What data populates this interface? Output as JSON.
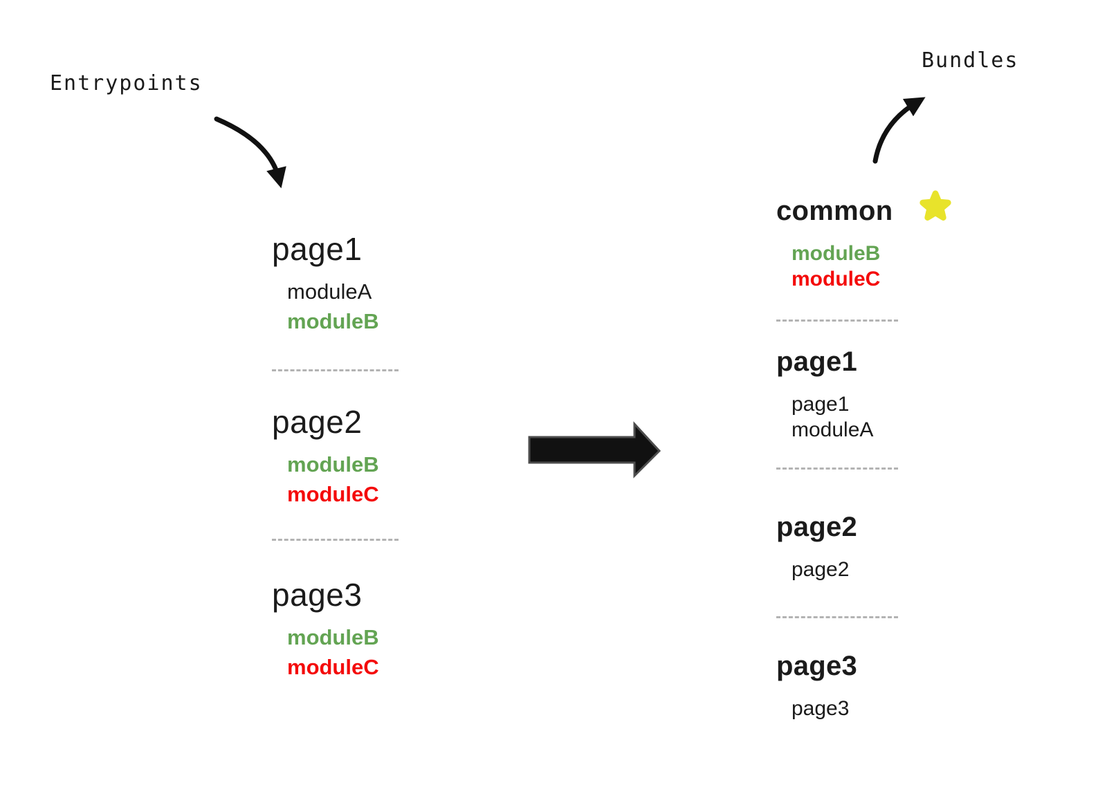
{
  "colors": {
    "ink": "#1b1b1b",
    "green": "#63a453",
    "red": "#f40b0b",
    "star": "#e8e32b",
    "divider": "#b3b3b3",
    "arrow": "#111111",
    "outline": "#4d4d4d"
  },
  "labels": {
    "entrypoints": "Entrypoints",
    "bundles": "Bundles"
  },
  "entrypoints": [
    {
      "name": "page1",
      "modules": [
        {
          "name": "moduleA",
          "color": "black"
        },
        {
          "name": "moduleB",
          "color": "green"
        }
      ]
    },
    {
      "name": "page2",
      "modules": [
        {
          "name": "moduleB",
          "color": "green"
        },
        {
          "name": "moduleC",
          "color": "red"
        }
      ]
    },
    {
      "name": "page3",
      "modules": [
        {
          "name": "moduleB",
          "color": "green"
        },
        {
          "name": "moduleC",
          "color": "red"
        }
      ]
    }
  ],
  "bundles": [
    {
      "name": "common",
      "starred": "true",
      "modules": [
        {
          "name": "moduleB",
          "color": "green"
        },
        {
          "name": "moduleC",
          "color": "red"
        }
      ]
    },
    {
      "name": "page1",
      "modules": [
        {
          "name": "page1",
          "color": "black"
        },
        {
          "name": "moduleA",
          "color": "black"
        }
      ]
    },
    {
      "name": "page2",
      "modules": [
        {
          "name": "page2",
          "color": "black"
        }
      ]
    },
    {
      "name": "page3",
      "modules": [
        {
          "name": "page3",
          "color": "black"
        }
      ]
    }
  ]
}
